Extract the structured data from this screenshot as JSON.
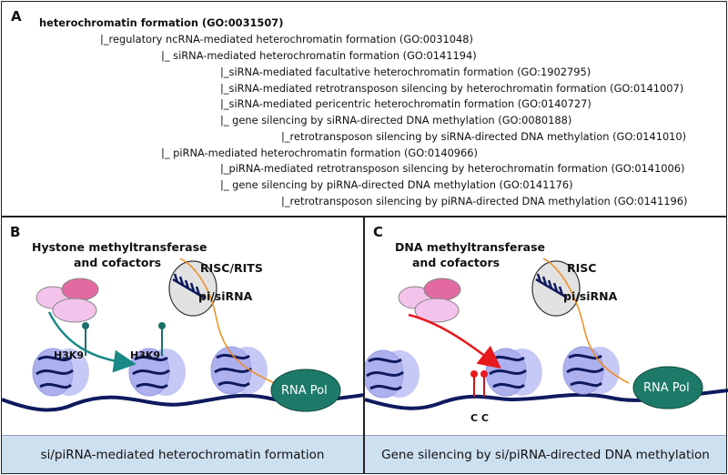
{
  "panelA": {
    "label": "A",
    "tree": [
      {
        "text": "heterochromatin formation (GO:0031507)",
        "root": true
      },
      {
        "text": "|_regulatory ncRNA-mediated heterochromatin formation (GO:0031048)"
      },
      {
        "text": "|_ siRNA-mediated heterochromatin formation (GO:0141194)"
      },
      {
        "text": "|_siRNA-mediated facultative heterochromatin formation (GO:1902795)"
      },
      {
        "text": "|_siRNA-mediated retrotransposon silencing by heterochromatin formation (GO:0141007)"
      },
      {
        "text": "|_siRNA-mediated pericentric heterochromatin formation (GO:0140727)"
      },
      {
        "text": "|_ gene silencing by siRNA-directed DNA methylation (GO:0080188)"
      },
      {
        "text": "|_retrotransposon silencing by siRNA-directed DNA methylation (GO:0141010)"
      },
      {
        "text": "|_ piRNA-mediated heterochromatin formation (GO:0140966)"
      },
      {
        "text": "|_piRNA-mediated retrotransposon silencing by heterochromatin formation (GO:0141006)"
      },
      {
        "text": "|_ gene silencing by piRNA-directed DNA methylation (GO:0141176)"
      },
      {
        "text": "|_retrotransposon silencing by piRNA-directed DNA methylation  (GO:0141196)"
      }
    ]
  },
  "panelB": {
    "label": "B",
    "enzyme_line1": "Hystone methyltransferase",
    "enzyme_line2": "and cofactors",
    "risc_label": "RISC/RITS",
    "rna_label": "pi/siRNA",
    "mark_left": "H3K9",
    "mark_right": "H3K9",
    "pol_label": "RNA Pol",
    "caption": "si/piRNA-mediated heterochromatin formation"
  },
  "panelC": {
    "label": "C",
    "enzyme_line1": "DNA methyltransferase",
    "enzyme_line2": "and cofactors",
    "risc_label": "RISC",
    "rna_label": "pi/siRNA",
    "cpg_label": "C C",
    "pol_label": "RNA Pol",
    "caption": "Gene silencing by si/piRNA-directed DNA methylation"
  },
  "colors": {
    "caption_bg": "#cde0f0",
    "dna": "#0f1a5e",
    "nucleosome": "#b7b9f0",
    "rna_pol": "#1e7a68",
    "teal_arrow": "#1a8a86",
    "red_arrow": "#e8191c",
    "rna_strand": "#f08a1e",
    "enzyme_pink": "#e26aa0",
    "enzyme_light": "#f3c3ec"
  }
}
